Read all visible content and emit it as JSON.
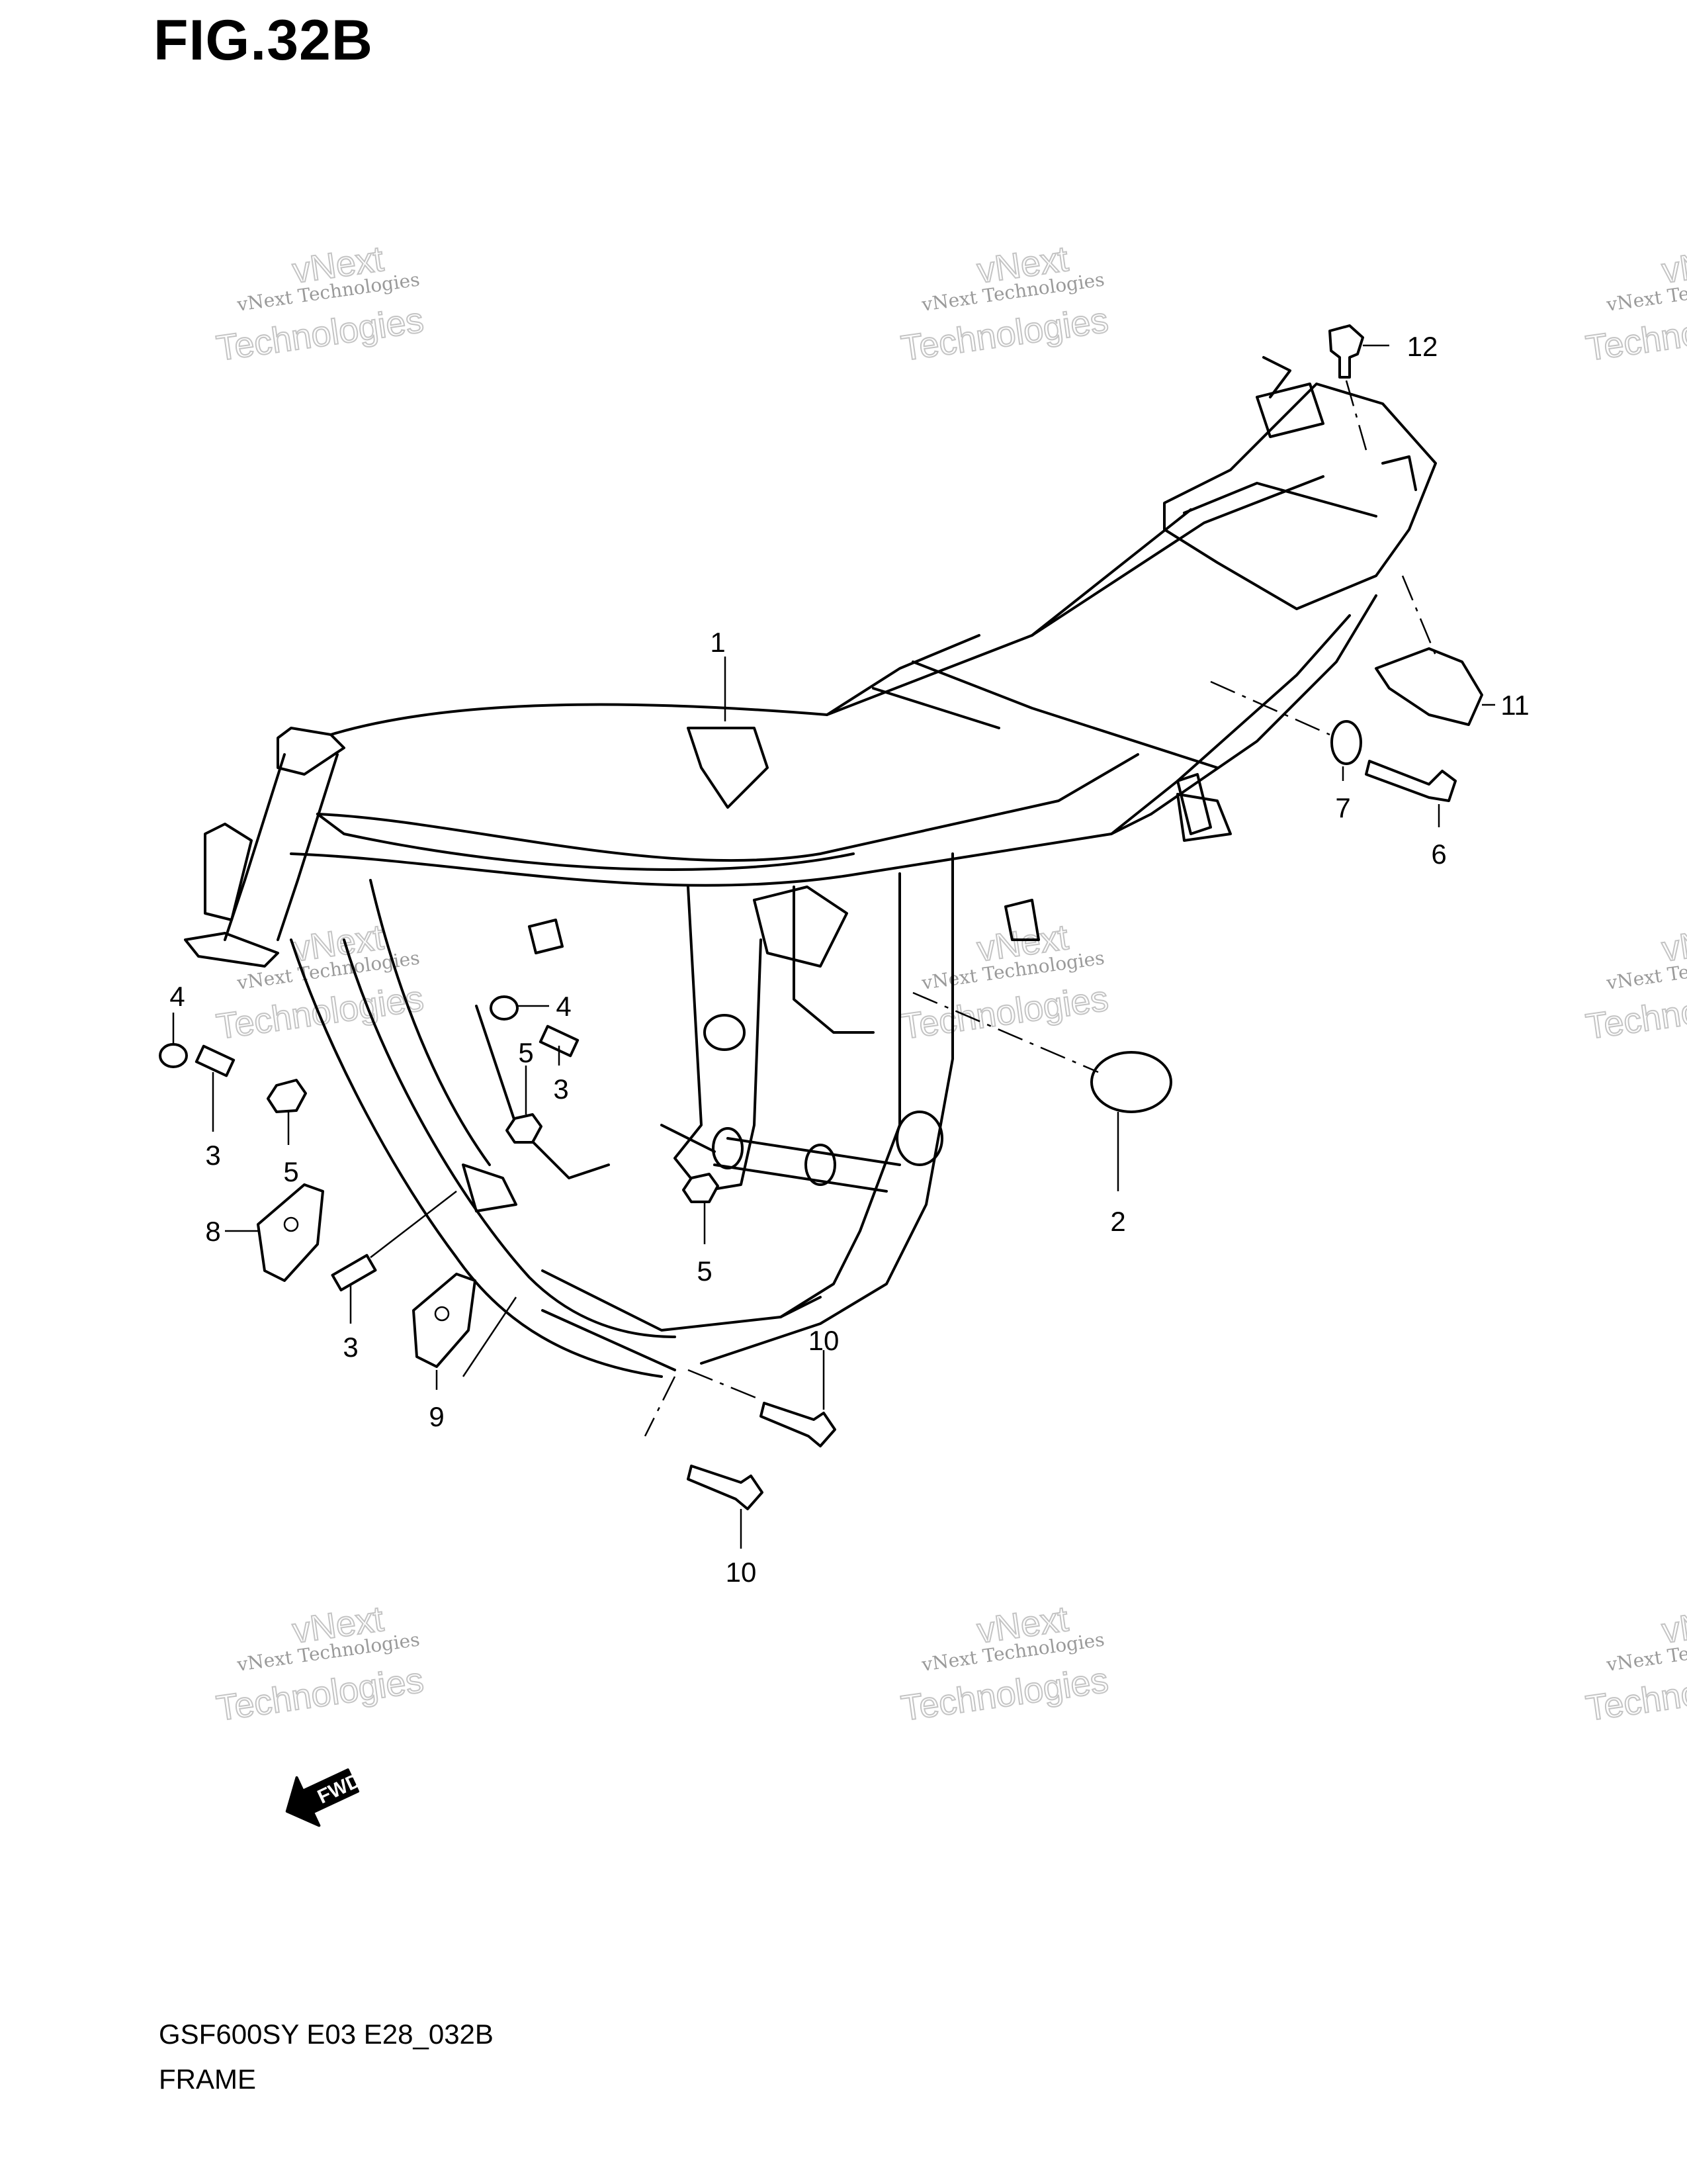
{
  "figure": {
    "title": "FIG.32B",
    "code": "GSF600SY E03 E28_032B",
    "name": "FRAME"
  },
  "watermark": {
    "line1": "vNext Technologies",
    "line2": "vNext",
    "line3": "Technologies"
  },
  "fwd_label": "FWD",
  "callouts": [
    "1",
    "2",
    "3",
    "3",
    "3",
    "4",
    "4",
    "5",
    "5",
    "5",
    "6",
    "7",
    "8",
    "9",
    "10",
    "10",
    "11",
    "12"
  ]
}
